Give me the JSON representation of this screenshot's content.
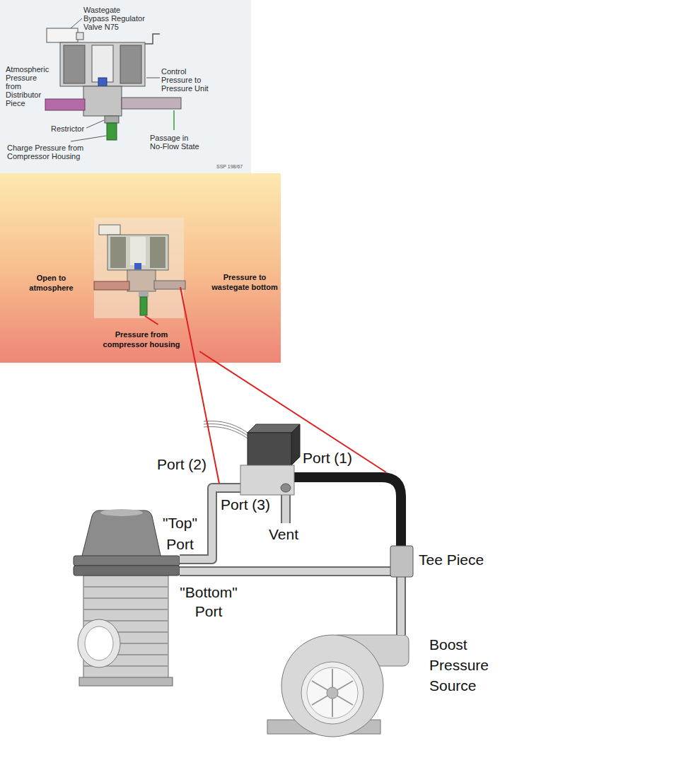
{
  "diagram": {
    "labels": [
      "Wastegate Bypass Regulator Valve N75",
      "Atmospheric Pressure from Distributor Piece",
      "Control Pressure to Pressure Unit",
      "Restrictor",
      "Passage in No-Flow State",
      "Charge Pressure from Compressor Housing",
      "SSP 198/67",
      "Open to atmosphere",
      "Pressure to wastegate bottom",
      "Pressure from compressor housing",
      "Port (2)",
      "Port (1)",
      "Port (3)",
      "\"Top\" Port",
      "Vent",
      "Tee Piece",
      "\"Bottom\" Port",
      "Boost Pressure Source"
    ]
  }
}
